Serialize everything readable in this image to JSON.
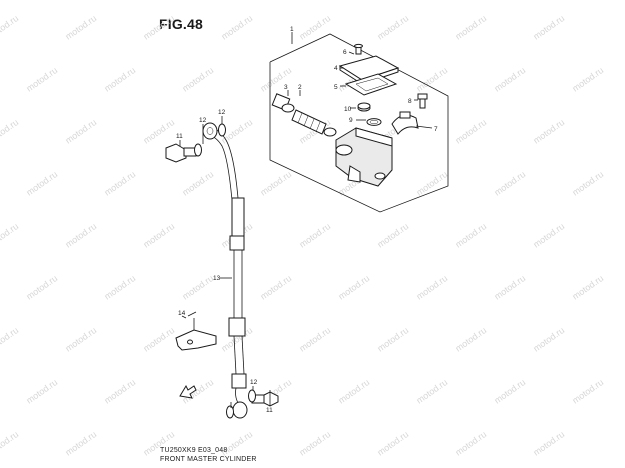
{
  "figure": {
    "title": "FIG.48",
    "model_code": "TU250XK9 E03_048",
    "caption": "FRONT MASTER CYLINDER"
  },
  "watermark": "motod.ru",
  "callouts": {
    "c1": "1",
    "c2": "2",
    "c3": "3",
    "c4": "4",
    "c5": "5",
    "c6": "6",
    "c7": "7",
    "c8": "8",
    "c9": "9",
    "c10": "10",
    "c11a": "11",
    "c11b": "11",
    "c12a": "12",
    "c12b": "12",
    "c12c": "12",
    "c13": "13",
    "c14": "14"
  }
}
